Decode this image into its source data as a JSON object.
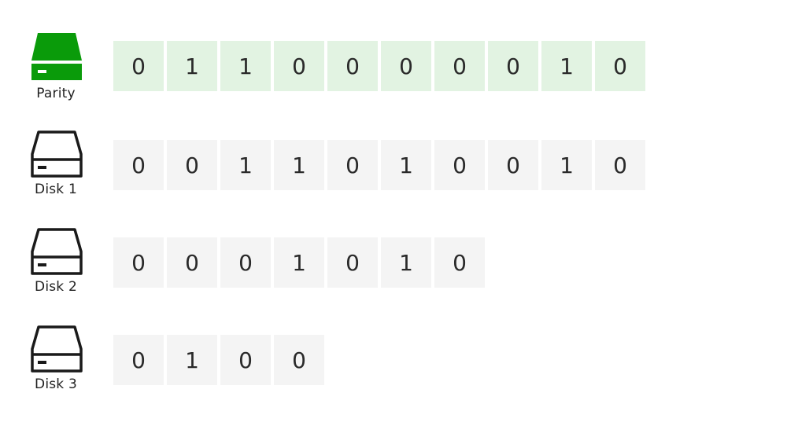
{
  "colors": {
    "parity_accent": "#0a9b0a",
    "parity_cell_bg": "#e2f3e2",
    "disk_cell_bg": "#f4f4f4",
    "disk_outline": "#1a1a1a"
  },
  "rows": [
    {
      "label": "Parity",
      "icon": "drive-filled-icon",
      "bits": [
        "0",
        "1",
        "1",
        "0",
        "0",
        "0",
        "0",
        "0",
        "1",
        "0"
      ]
    },
    {
      "label": "Disk 1",
      "icon": "drive-outline-icon",
      "bits": [
        "0",
        "0",
        "1",
        "1",
        "0",
        "1",
        "0",
        "0",
        "1",
        "0"
      ]
    },
    {
      "label": "Disk 2",
      "icon": "drive-outline-icon",
      "bits": [
        "0",
        "0",
        "0",
        "1",
        "0",
        "1",
        "0"
      ]
    },
    {
      "label": "Disk 3",
      "icon": "drive-outline-icon",
      "bits": [
        "0",
        "1",
        "0",
        "0"
      ]
    }
  ]
}
